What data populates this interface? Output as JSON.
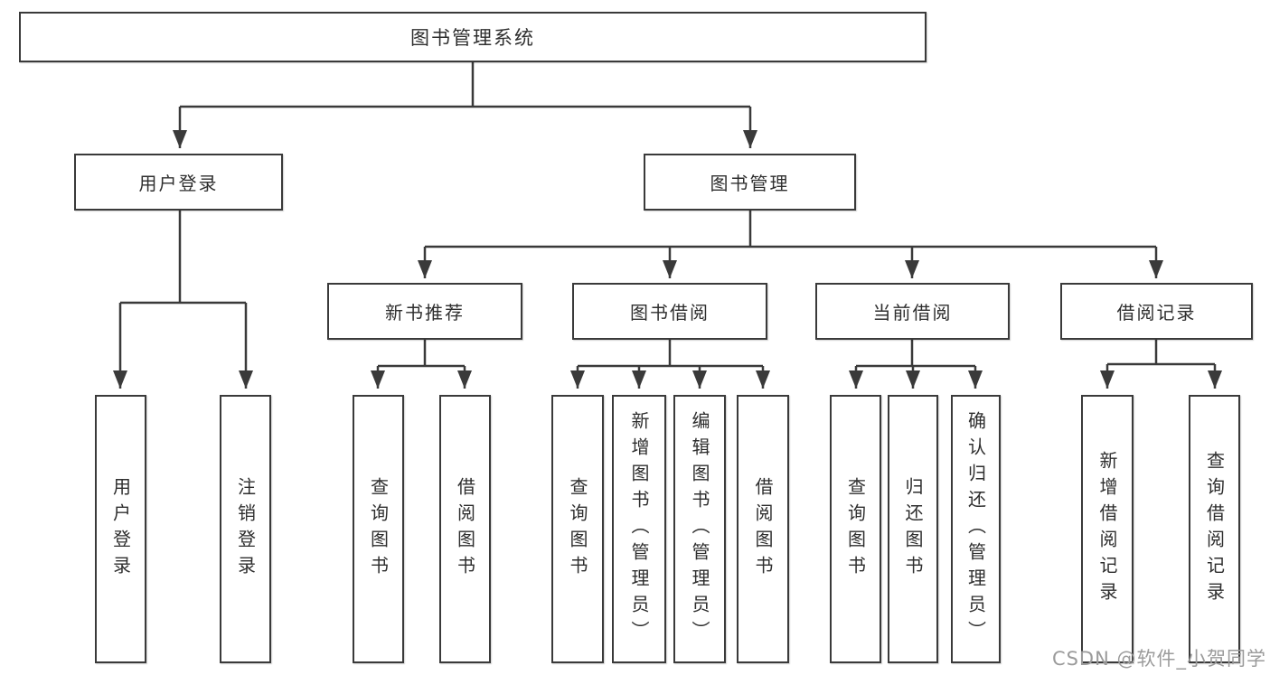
{
  "colors": {
    "line": "#3a3a3a",
    "text": "#2e2e2e",
    "box_background": "#ffffff",
    "watermark": "#9b9b9b"
  },
  "tree": {
    "root": {
      "label": "图书管理系统"
    },
    "branches": [
      {
        "label": "用户登录",
        "children": [
          {
            "label": "用户登录"
          },
          {
            "label": "注销登录"
          }
        ]
      },
      {
        "label": "图书管理",
        "groups": [
          {
            "label": "新书推荐",
            "children": [
              {
                "label": "查询图书"
              },
              {
                "label": "借阅图书"
              }
            ]
          },
          {
            "label": "图书借阅",
            "children": [
              {
                "label": "查询图书"
              },
              {
                "label": "新增图书（管理员）"
              },
              {
                "label": "编辑图书（管理员）"
              },
              {
                "label": "借阅图书"
              }
            ]
          },
          {
            "label": "当前借阅",
            "children": [
              {
                "label": "查询图书"
              },
              {
                "label": "归还图书"
              },
              {
                "label": "确认归还（管理员）"
              }
            ]
          },
          {
            "label": "借阅记录",
            "children": [
              {
                "label": "新增借阅记录"
              },
              {
                "label": "查询借阅记录"
              }
            ]
          }
        ]
      }
    ]
  },
  "watermark": {
    "text": "CSDN @软件_小贺同学"
  }
}
